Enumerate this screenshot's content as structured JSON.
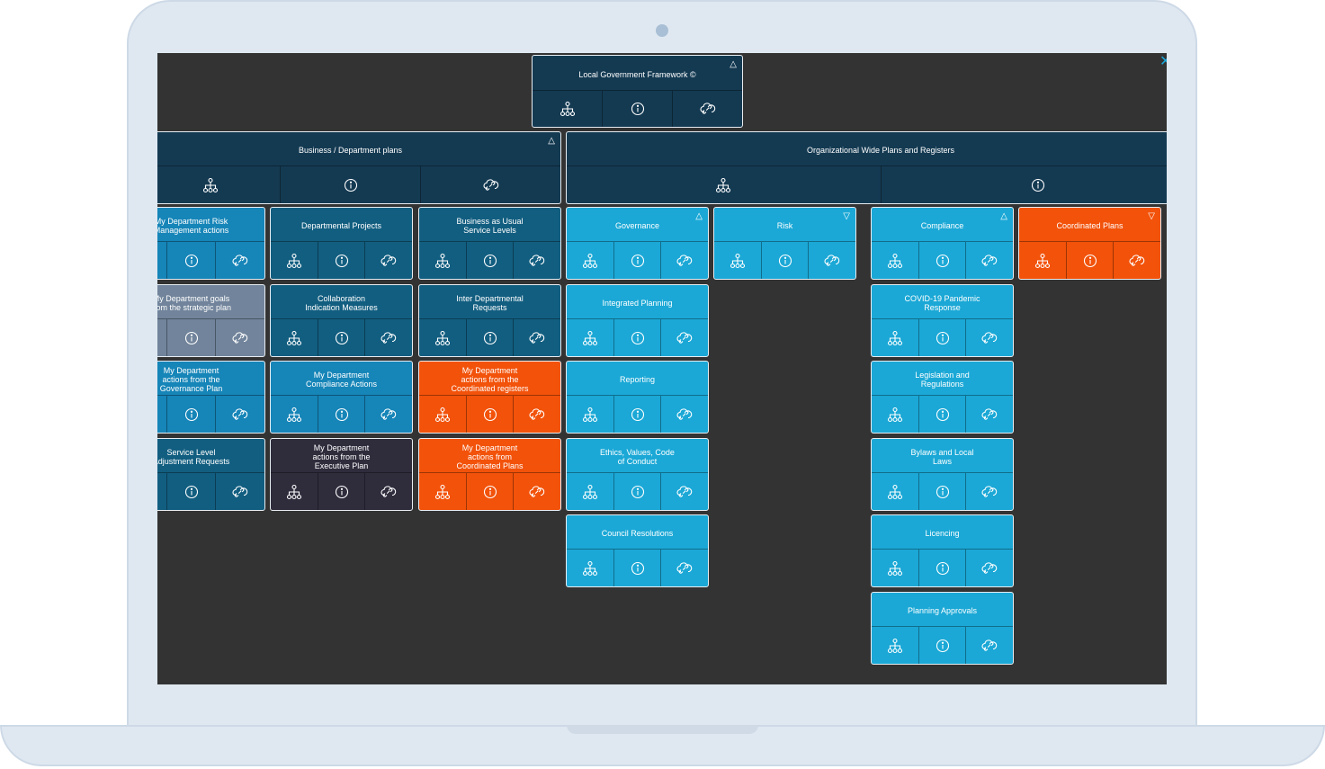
{
  "top": {
    "title": "Local Government Framework ©"
  },
  "business": {
    "title": "Business / Department plans"
  },
  "organizational": {
    "title": "Organizational Wide Plans and Registers"
  },
  "col1": [
    "My Department Risk\nManagement actions",
    "My Department goals\nfrom the strategic plan",
    "My Department\nactions from the\nGovernance Plan",
    "Service Level\nAdjustment Requests"
  ],
  "col2": [
    "Departmental Projects",
    "Collaboration\nIndication Measures",
    "My Department\nCompliance Actions",
    "My Department\nactions from the\nExecutive Plan"
  ],
  "col3": [
    "Business as Usual\nService Levels",
    "Inter Departmental\nRequests",
    "My Department\nactions from the\nCoordinated registers",
    "My Department\nactions from\nCoordinated Plans"
  ],
  "org_headers": [
    "Governance",
    "Risk",
    "Compliance",
    "Coordinated Plans"
  ],
  "governance_items": [
    "Integrated Planning",
    "Reporting",
    "Ethics, Values, Code\nof Conduct",
    "Council Resolutions"
  ],
  "compliance_items": [
    "COVID-19 Pandemic\nResponse",
    "Legislation and\nRegulations",
    "Bylaws and Local\nLaws",
    "Licencing",
    "Planning Approvals"
  ],
  "colors": {
    "navy": "#143a52",
    "teal": "#125e80",
    "mid_blue": "#1685b8",
    "grey": "#71849b",
    "dark": "#2f2c3c",
    "orange": "#f2520a",
    "cyan": "#1ba8d6",
    "screen": "#333333"
  },
  "icons": [
    "hierarchy-icon",
    "info-icon",
    "cloud-link-icon",
    "triangle-up-icon",
    "triangle-down-icon",
    "close-icon"
  ]
}
